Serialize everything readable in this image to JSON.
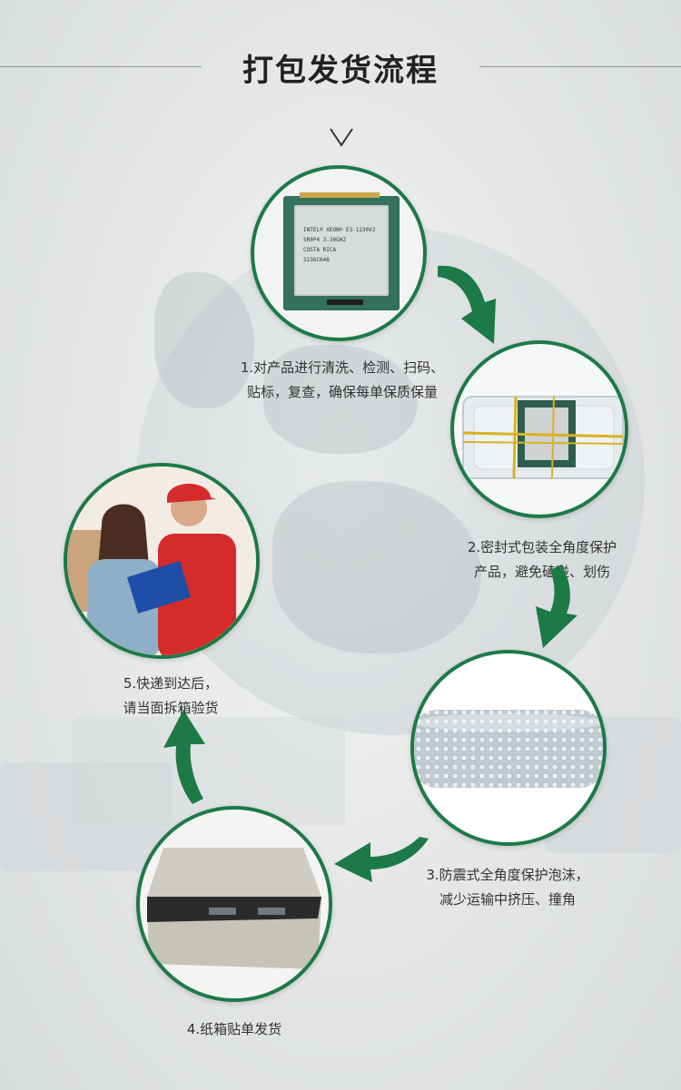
{
  "page": {
    "title": "打包发货流程",
    "accent_color": "#1c7a47"
  },
  "steps": [
    {
      "line1": "1.对产品进行清洗、检测、扫码、",
      "line2": "贴标，复查，确保每单保质保量",
      "icon": "cpu-chip-image"
    },
    {
      "line1": "2.密封式包装全角度保护",
      "line2": "产品，避免磕碰、划伤",
      "icon": "sealed-package-image"
    },
    {
      "line1": "3.防震式全角度保护泡沫，",
      "line2": "减少运输中挤压、撞角",
      "icon": "bubble-wrap-image"
    },
    {
      "line1": "4.纸箱贴单发货",
      "line2": "",
      "icon": "carton-box-image"
    },
    {
      "line1": "5.快递到达后，",
      "line2": "请当面拆箱验货",
      "icon": "delivery-couple-image"
    }
  ],
  "cpu_label": {
    "line1": "INTEL® XEON® E3-1230V2",
    "line2": "SR0P4 3.30GHZ",
    "line3": "COSTA RICA",
    "line4": "3236C648"
  }
}
